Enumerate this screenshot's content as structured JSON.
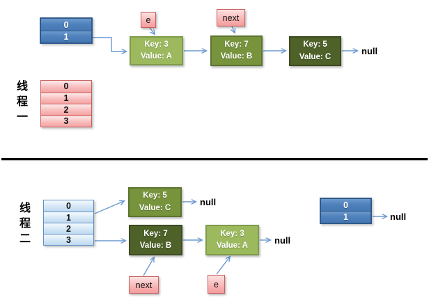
{
  "thread1": {
    "label": "线程一",
    "label_chars": [
      "线",
      "程",
      "一"
    ],
    "bucket2": {
      "rows": [
        "0",
        "1"
      ]
    },
    "bucket4": {
      "rows": [
        "0",
        "1",
        "2",
        "3"
      ]
    },
    "pointer_e": "e",
    "pointer_next": "next",
    "nodes": [
      {
        "key": "Key: 3",
        "value": "Value: A"
      },
      {
        "key": "Key: 7",
        "value": "Value: B"
      },
      {
        "key": "Key: 5",
        "value": "Value: C"
      }
    ],
    "tail_null": "null"
  },
  "thread2": {
    "label": "线程二",
    "label_chars": [
      "线",
      "程",
      "二"
    ],
    "bucket4": {
      "rows": [
        "0",
        "1",
        "2",
        "3"
      ]
    },
    "nodes": [
      {
        "key": "Key: 5",
        "value": "Value: C"
      },
      {
        "key": "Key: 7",
        "value": "Value: B"
      },
      {
        "key": "Key: 3",
        "value": "Value: A"
      }
    ],
    "pointer_next": "next",
    "pointer_e": "e",
    "null_after_key5": "null",
    "null_after_key3": "null",
    "bucket2": {
      "rows": [
        "0",
        "1"
      ]
    },
    "null_after_bucket2": "null"
  },
  "colors": {
    "node_light_green": "#9cba5d",
    "node_medium_green": "#77933c",
    "node_dark_green": "#4e6128",
    "bucket_steel_blue": "#4f81bd",
    "bucket_pink": "#f4a2a2",
    "bucket_light_blue": "#bed9f0",
    "arrow_blue": "#6d9ad0",
    "separator_black": "#0d0d0d"
  }
}
